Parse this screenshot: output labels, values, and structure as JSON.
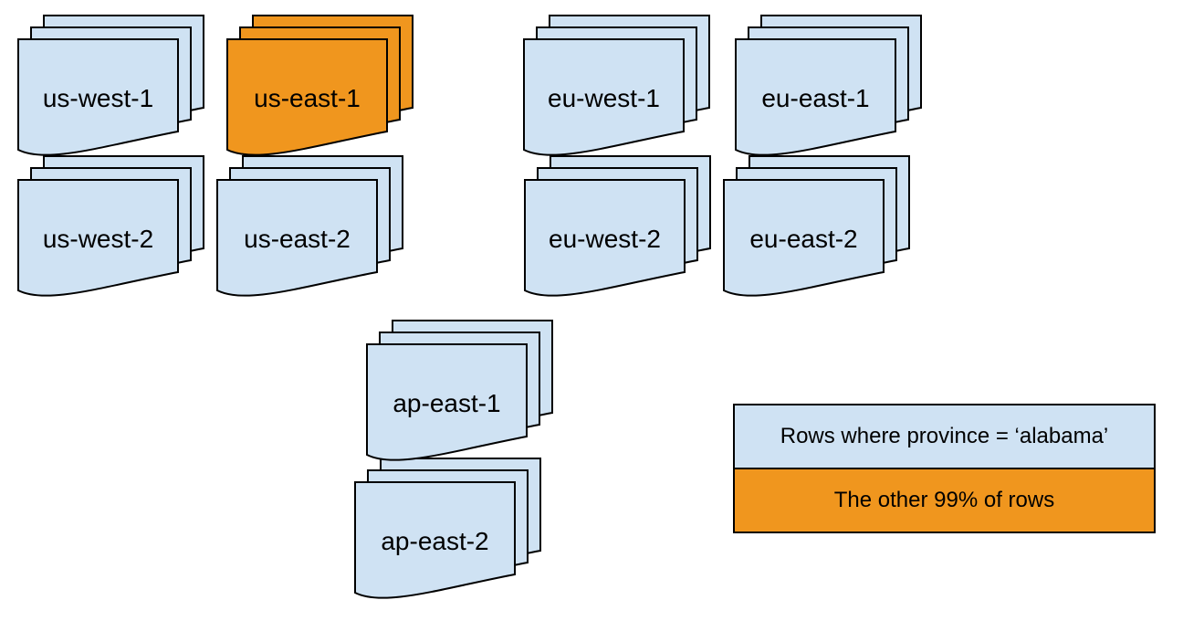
{
  "diagram": {
    "colors": {
      "blue": "#cfe2f3",
      "orange": "#f0961e",
      "stroke": "#000000",
      "background": "#ffffff",
      "text": "#000000"
    },
    "stacks": [
      {
        "id": "us-west-1",
        "label": "us-west-1",
        "variant": "blue"
      },
      {
        "id": "us-east-1",
        "label": "us-east-1",
        "variant": "orange"
      },
      {
        "id": "eu-west-1",
        "label": "eu-west-1",
        "variant": "blue"
      },
      {
        "id": "eu-east-1",
        "label": "eu-east-1",
        "variant": "blue"
      },
      {
        "id": "us-west-2",
        "label": "us-west-2",
        "variant": "blue"
      },
      {
        "id": "us-east-2",
        "label": "us-east-2",
        "variant": "blue"
      },
      {
        "id": "eu-west-2",
        "label": "eu-west-2",
        "variant": "blue"
      },
      {
        "id": "eu-east-2",
        "label": "eu-east-2",
        "variant": "blue"
      },
      {
        "id": "ap-east-1",
        "label": "ap-east-1",
        "variant": "blue"
      },
      {
        "id": "ap-east-2",
        "label": "ap-east-2",
        "variant": "blue"
      }
    ],
    "legend": {
      "items": [
        {
          "label": "Rows where province = ‘alabama’",
          "variant": "blue"
        },
        {
          "label": "The other 99% of rows",
          "variant": "orange"
        }
      ]
    }
  }
}
